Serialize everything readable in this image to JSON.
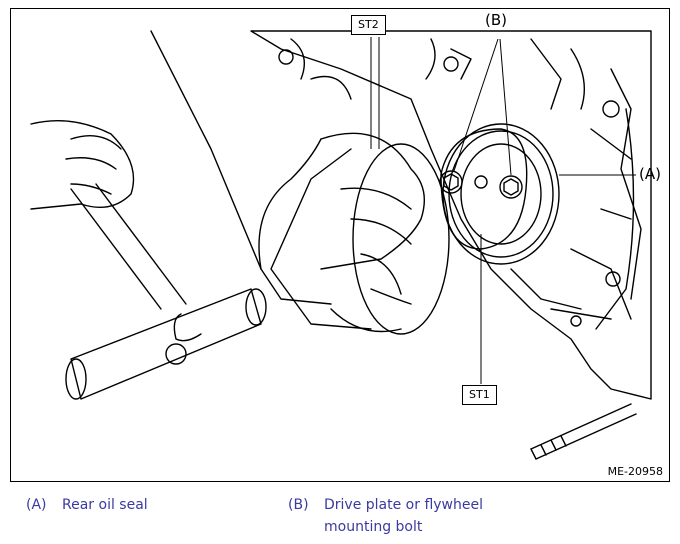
{
  "figure": {
    "id": "ME-20958",
    "callouts": {
      "st2": "ST2",
      "st1": "ST1",
      "a": "(A)",
      "b": "(B)"
    }
  },
  "legend": {
    "items": [
      {
        "key": "(A)",
        "text": "Rear oil seal"
      },
      {
        "key": "(B)",
        "text_line1": "Drive plate or flywheel",
        "text_line2": "mounting bolt"
      }
    ]
  }
}
